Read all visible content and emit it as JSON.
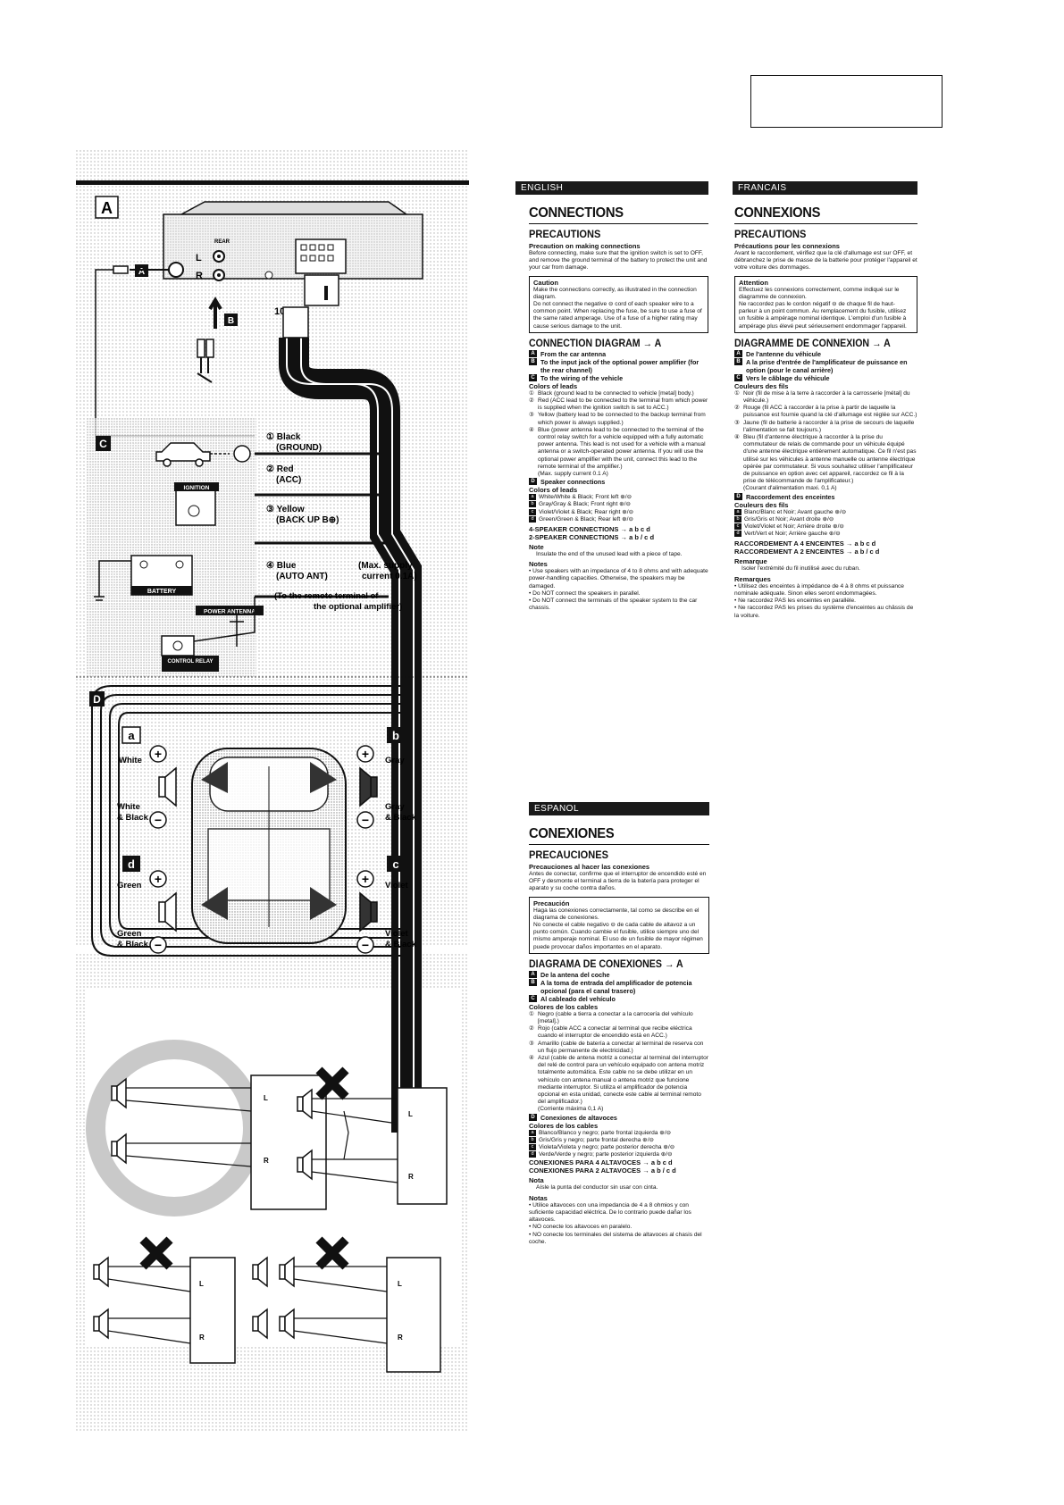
{
  "diagram": {
    "section_A": "A",
    "section_D": "D",
    "callout_a": "a",
    "callout_b": "b",
    "callout_c": "c",
    "callout_d": "d",
    "tag_A": "A",
    "tag_B": "B",
    "tag_C": "C",
    "rear": "REAR",
    "L": "L",
    "R": "R",
    "fuse": "10A",
    "black": "① Black",
    "ground": "(GROUND)",
    "red": "② Red",
    "acc": "(ACC)",
    "yellow": "③ Yellow",
    "backup": "(BACK UP B⊕)",
    "blue": "④ Blue",
    "auto_ant": "(AUTO ANT)",
    "max_supply": "(Max. supply",
    "current": "current 0.1A)",
    "remote1": "(To the remote terminal of",
    "remote2": "the optional amplifier)",
    "ignition": "IGNITION",
    "battery": "BATTERY",
    "power_antenna": "POWER ANTENNA",
    "control_relay": "CONTROL RELAY",
    "white": "White",
    "white_black1": "White",
    "white_black2": "& Black",
    "gray": "Gray",
    "gray_black1": "Gray",
    "gray_black2": "& Black",
    "green": "Green",
    "green_black1": "Green",
    "green_black2": "& Black",
    "violet": "Violet",
    "violet_black1": "Violet",
    "violet_black2": "& Black",
    "plus": "+",
    "minus": "−"
  },
  "english": {
    "tag": "ENGLISH",
    "title": "CONNECTIONS",
    "precautions": "PRECAUTIONS",
    "prec_sub": "Precaution on making connections",
    "prec_text": "Before connecting, make sure that the ignition switch is set to OFF, and remove the ground terminal of the battery to protect the unit and your car from damage.",
    "caution_title": "Caution",
    "caution_1": "Make the connections correctly, as illustrated in the connection diagram.",
    "caution_2": "Do not connect the negative ⊖ cord of each speaker wire to a common point. When replacing the fuse, be sure to use a fuse of the same rated amperage. Use of a fuse of a higher rating may cause serious damage to the unit.",
    "diagram_title": "CONNECTION DIAGRAM → A",
    "a1": "From the car antenna",
    "b1": "To the input jack of the optional power amplifier (for the rear channel)",
    "c1": "To the wiring of the vehicle",
    "colors_leads": "Colors of leads",
    "l1": "Black (ground lead to be connected to vehicle [metal] body.)",
    "l2": "Red (ACC lead to be connected to the terminal from which power is supplied when the ignition switch is set to ACC.)",
    "l3": "Yellow (battery lead to be connected to the backup terminal from which power is always supplied.)",
    "l4": "Blue (power antenna lead to be connected to the terminal of the control relay switch for a vehicle equipped with a fully automatic power antenna. This lead is not used for a vehicle with a manual antenna or a switch-operated power antenna. If you will use the optional power amplifier with the unit, connect this lead to the remote terminal of the amplifier.)",
    "l4b": "(Max. supply current 0.1 A)",
    "d1": "Speaker connections",
    "colors_leads2": "Colors of leads",
    "s1": "White/White & Black; Front left ⊕/⊖",
    "s2": "Gray/Gray & Black; Front right ⊕/⊖",
    "s3": "Violet/Violet & Black; Rear right ⊕/⊖",
    "s4": "Green/Green & Black; Rear left ⊕/⊖",
    "four_sp": "4-SPEAKER CONNECTIONS → a b c d",
    "two_sp": "2-SPEAKER CONNECTIONS → a b / c d",
    "note": "Note",
    "note_text": "Insulate the end of the unused lead with a piece of tape.",
    "notes": "Notes",
    "n1": "• Use speakers with an impedance of 4 to 8 ohms and with adequate power-handling capacities. Otherwise, the speakers may be damaged.",
    "n2": "• Do NOT connect the speakers in parallel.",
    "n3": "• Do NOT connect the terminals of the speaker system to the car chassis."
  },
  "francais": {
    "tag": "FRANCAIS",
    "title": "CONNEXIONS",
    "precautions": "PRECAUTIONS",
    "prec_sub": "Précautions pour les connexions",
    "prec_text": "Avant le raccordement, vérifiez que la clé d'allumage est sur OFF, et débranchez le prise de masse de la batterie pour protéger l'appareil et votre voiture des dommages.",
    "caution_title": "Attention",
    "caution_1": "Effectuez les connexions correctement, comme indiqué sur le diagramme de connexion.",
    "caution_2": "Ne raccordez pas le cordon négatif ⊖ de chaque fil de haut-parleur à un point commun. Au remplacement du fusible, utilisez un fusible à ampérage nominal identique. L'emploi d'un fusible à ampérage plus élevé peut sérieusement endommager l'appareil.",
    "diagram_title": "DIAGRAMME DE CONNEXION → A",
    "a1": "De l'antenne du véhicule",
    "b1": "A la prise d'entrée de l'amplificateur de puissance en option (pour le canal arrière)",
    "c1": "Vers le câblage du véhicule",
    "colors_leads": "Couleurs des fils",
    "l1": "Noir (fil de mise à la terre à raccorder à la carrosserie [métal] du véhicule.)",
    "l2": "Rouge (fil ACC à raccorder à la prise à partir de laquelle la puissance est fournie quand la clé d'allumage est réglée sur ACC.)",
    "l3": "Jaune (fil de batterie à raccorder à la prise de secours de laquelle l'alimentation se fait toujours.)",
    "l4": "Bleu (fil d'antenne électrique à raccorder à la prise du commutateur de relais de commande pour un véhicule équipé d'une antenne électrique entièrement automatique. Ce fil n'est pas utilisé sur les véhicules à antenne manuelle ou antenne électrique opérée par commutateur. Si vous souhaitez utiliser l'amplificateur de puissance en option avec cet appareil, raccordez ce fil à la prise de télécommande de l'amplificateur.)",
    "l4b": "(Courant d'alimentation maxi. 0,1 A)",
    "d1": "Raccordement des enceintes",
    "colors_leads2": "Couleurs des fils",
    "s1": "Blanc/Blanc et Noir; Avant gauche ⊕/⊖",
    "s2": "Gris/Gris et Noir; Avant droite ⊕/⊖",
    "s3": "Violet/Violet et Noir; Arrière droite ⊕/⊖",
    "s4": "Vert/Vert et Noir; Arrière gauche ⊕/⊖",
    "four_sp": "RACCORDEMENT A 4 ENCEINTES → a b c d",
    "two_sp": "RACCORDEMENT A 2 ENCEINTES → a b / c d",
    "note": "Remarque",
    "note_text": "Isoler l'extrémité du fil inutilisé avec du ruban.",
    "notes": "Remarques",
    "n1": "• Utilisez des enceintes à impédance de 4 à 8 ohms et puissance nominale adéquate. Sinon elles seront endommagées.",
    "n2": "• Ne raccordez PAS les enceintes en parallèle.",
    "n3": "• Ne raccordez PAS les prises du système d'enceintes au châssis de la voiture."
  },
  "espanol": {
    "tag": "ESPANOL",
    "title": "CONEXIONES",
    "precautions": "PRECAUCIONES",
    "prec_sub": "Precauciones al hacer las conexiones",
    "prec_text": "Antes de conectar, confirme que el interruptor de encendido esté en OFF y desmonte el terminal a tierra de la batería para proteger el aparato y su coche contra daños.",
    "caution_title": "Precaución",
    "caution_1": "Haga las conexiones correctamente, tal como se describe en el diagrama de conexiones.",
    "caution_2": "No conecte el cable negativo ⊖ de cada cable de altavoz a un punto común. Cuando cambie el fusible, utilice siempre uno del mismo amperaje nominal. El uso de un fusible de mayor régimen puede provocar daños importantes en el aparato.",
    "diagram_title": "DIAGRAMA DE CONEXIONES → A",
    "a1": "De la antena del coche",
    "b1": "A la toma de entrada del amplificador de potencia opcional (para el canal trasero)",
    "c1": "Al cableado del vehículo",
    "colors_leads": "Colores de los cables",
    "l1": "Negro (cable a tierra a conectar a la carrocería del vehículo [metal].)",
    "l2": "Rojo (cable ACC a conectar al terminal que recibe eléctrica cuando el interruptor de encendido está en ACC.)",
    "l3": "Amarillo (cable de batería a conectar al terminal de reserva con un flujo permanente de electricidad.)",
    "l4": "Azul (cable de antena motriz a conectar al terminal del interruptor del relé de control para un vehículo equipado con antena motriz totalmente automática. Este cable no se debe utilizar en un vehículo con antena manual o antena motriz que funcione mediante interruptor. Si utiliza el amplificador de potencia opcional en esta unidad, conecte este cable al terminal remoto del amplificador.)",
    "l4b": "(Corriente máxima 0,1 A)",
    "d1": "Conexiones de altavoces",
    "colors_leads2": "Colores de los cables",
    "s1": "Blanco/Blanco y negro; parte frontal izquierda ⊕/⊖",
    "s2": "Gris/Gris y negro; parte frontal derecha ⊕/⊖",
    "s3": "Violeta/Violeta y negro; parte posterior derecha ⊕/⊖",
    "s4": "Verde/Verde y negro; parte posterior izquierda ⊕/⊖",
    "four_sp": "CONEXIONES PARA 4 ALTAVOCES → a b c d",
    "two_sp": "CONEXIONES PARA 2 ALTAVOCES → a b / c d",
    "note": "Nota",
    "note_text": "Aísle la punta del conductor sin usar con cinta.",
    "notes": "Notas",
    "n1": "• Utilice altavoces con una impedancia de 4 a 8 ohmios y con suficiente capacidad eléctrica. De lo contrario puede dañar los altavoces.",
    "n2": "• NO conecte los altavoces en paralelo.",
    "n3": "• NO conecte los terminales del sistema de altavoces al chasis del coche."
  }
}
